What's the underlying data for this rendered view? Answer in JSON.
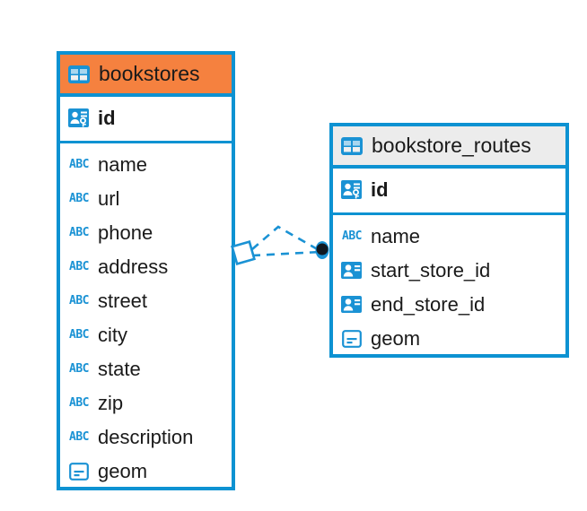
{
  "diagram": {
    "type": "entity-relationship-diagram",
    "background_color": "#ffffff",
    "accent_color": "#0d92d2",
    "highlight_color": "#f5813f",
    "entities": [
      {
        "name": "bookstores",
        "header_color": "#f5813f",
        "header_icon": "table-icon",
        "primary_key": {
          "name": "id",
          "icon": "primary-key-icon"
        },
        "fields": [
          {
            "name": "name",
            "icon": "abc-text-icon",
            "icon_label": "ABC"
          },
          {
            "name": "url",
            "icon": "abc-text-icon",
            "icon_label": "ABC"
          },
          {
            "name": "phone",
            "icon": "abc-text-icon",
            "icon_label": "ABC"
          },
          {
            "name": "address",
            "icon": "abc-text-icon",
            "icon_label": "ABC"
          },
          {
            "name": "street",
            "icon": "abc-text-icon",
            "icon_label": "ABC"
          },
          {
            "name": "city",
            "icon": "abc-text-icon",
            "icon_label": "ABC"
          },
          {
            "name": "state",
            "icon": "abc-text-icon",
            "icon_label": "ABC"
          },
          {
            "name": "zip",
            "icon": "abc-text-icon",
            "icon_label": "ABC"
          },
          {
            "name": "description",
            "icon": "abc-text-icon",
            "icon_label": "ABC"
          },
          {
            "name": "geom",
            "icon": "geometry-icon",
            "icon_label": ""
          }
        ]
      },
      {
        "name": "bookstore_routes",
        "header_color": "#ececec",
        "header_icon": "table-icon",
        "primary_key": {
          "name": "id",
          "icon": "primary-key-icon"
        },
        "fields": [
          {
            "name": "name",
            "icon": "abc-text-icon",
            "icon_label": "ABC"
          },
          {
            "name": "start_store_id",
            "icon": "foreign-key-icon",
            "icon_label": ""
          },
          {
            "name": "end_store_id",
            "icon": "foreign-key-icon",
            "icon_label": ""
          },
          {
            "name": "geom",
            "icon": "geometry-icon",
            "icon_label": ""
          }
        ]
      }
    ],
    "relationship": {
      "style": "dashed",
      "color": "#1a92d4",
      "source_marker": "diamond",
      "target_marker": "filled-circle"
    }
  }
}
